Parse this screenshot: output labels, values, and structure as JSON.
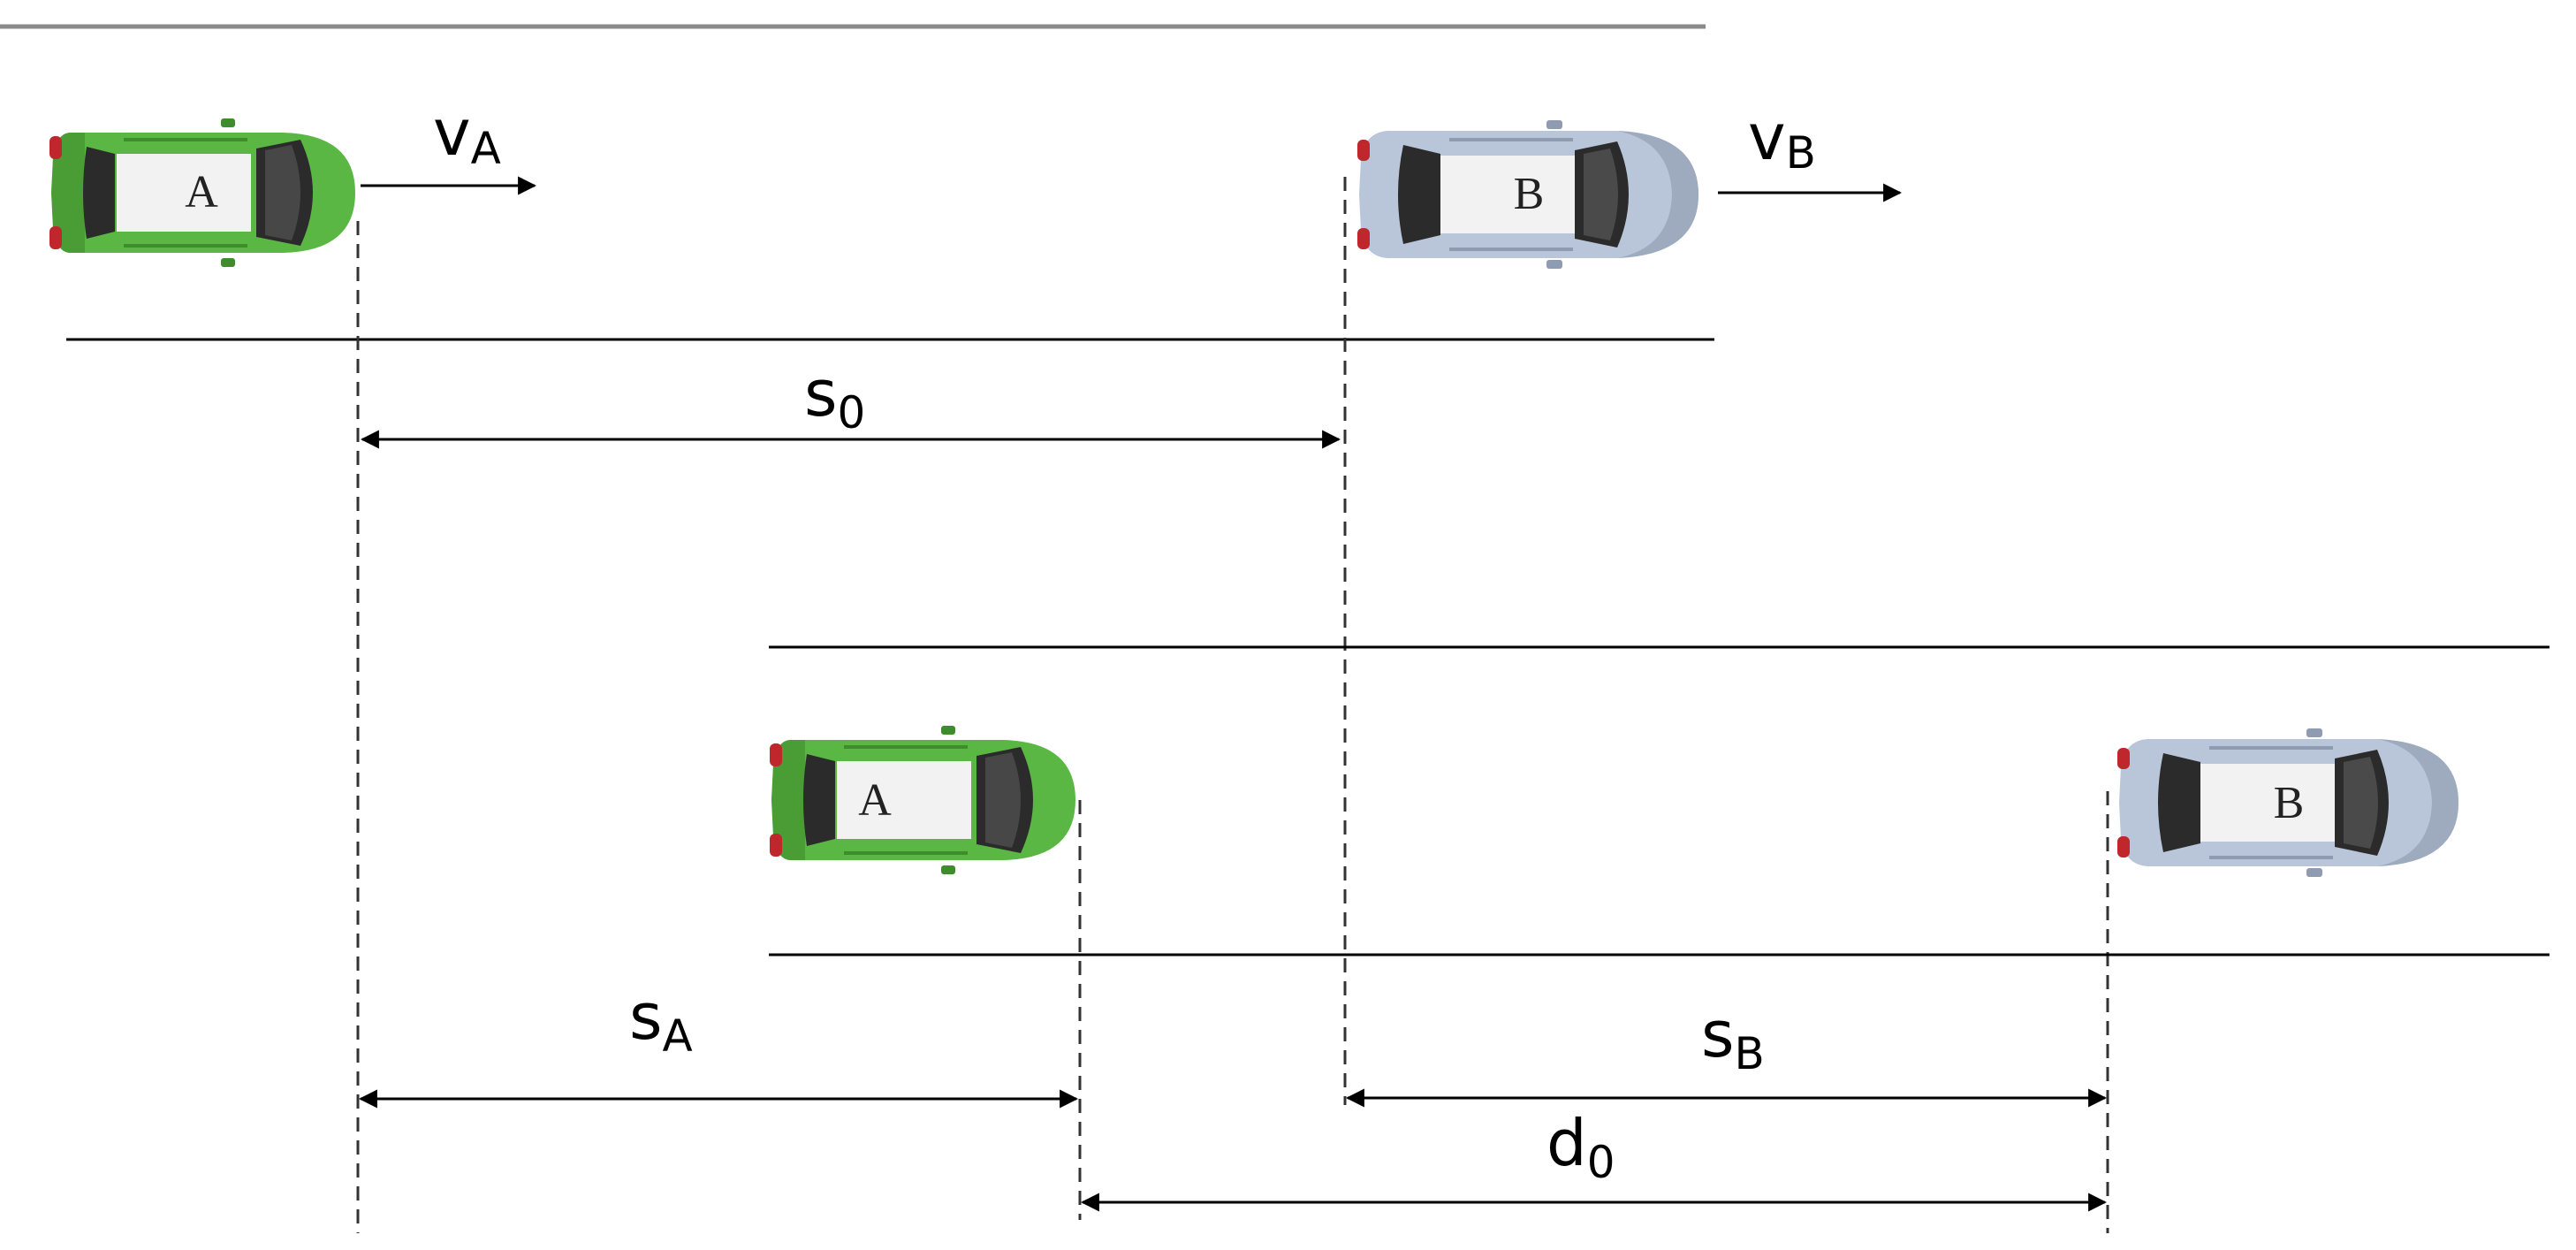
{
  "figure": {
    "colors": {
      "car_a_body": "#5ab743",
      "car_a_dark": "#3e8c2c",
      "car_b_body": "#b9c6da",
      "car_b_dark": "#8e9bb0",
      "glass": "#2b2b2b",
      "roof": "#f2f2f2",
      "tail_light": "#c0272d",
      "road_line": "#000000",
      "top_line": "#8a8a8a",
      "dashed": "#333333"
    },
    "scene_top": {
      "car_a": {
        "letter": "A"
      },
      "car_b": {
        "letter": "B"
      },
      "velocity_a": {
        "main": "v",
        "sub": "A"
      },
      "velocity_b": {
        "main": "v",
        "sub": "B"
      },
      "gap_label": {
        "main": "s",
        "sub": "0"
      }
    },
    "scene_bottom": {
      "car_a": {
        "letter": "A"
      },
      "car_b": {
        "letter": "B"
      },
      "dist_a": {
        "main": "s",
        "sub": "A"
      },
      "dist_b": {
        "main": "s",
        "sub": "B"
      },
      "final_gap": {
        "main": "d",
        "sub": "0"
      }
    }
  }
}
